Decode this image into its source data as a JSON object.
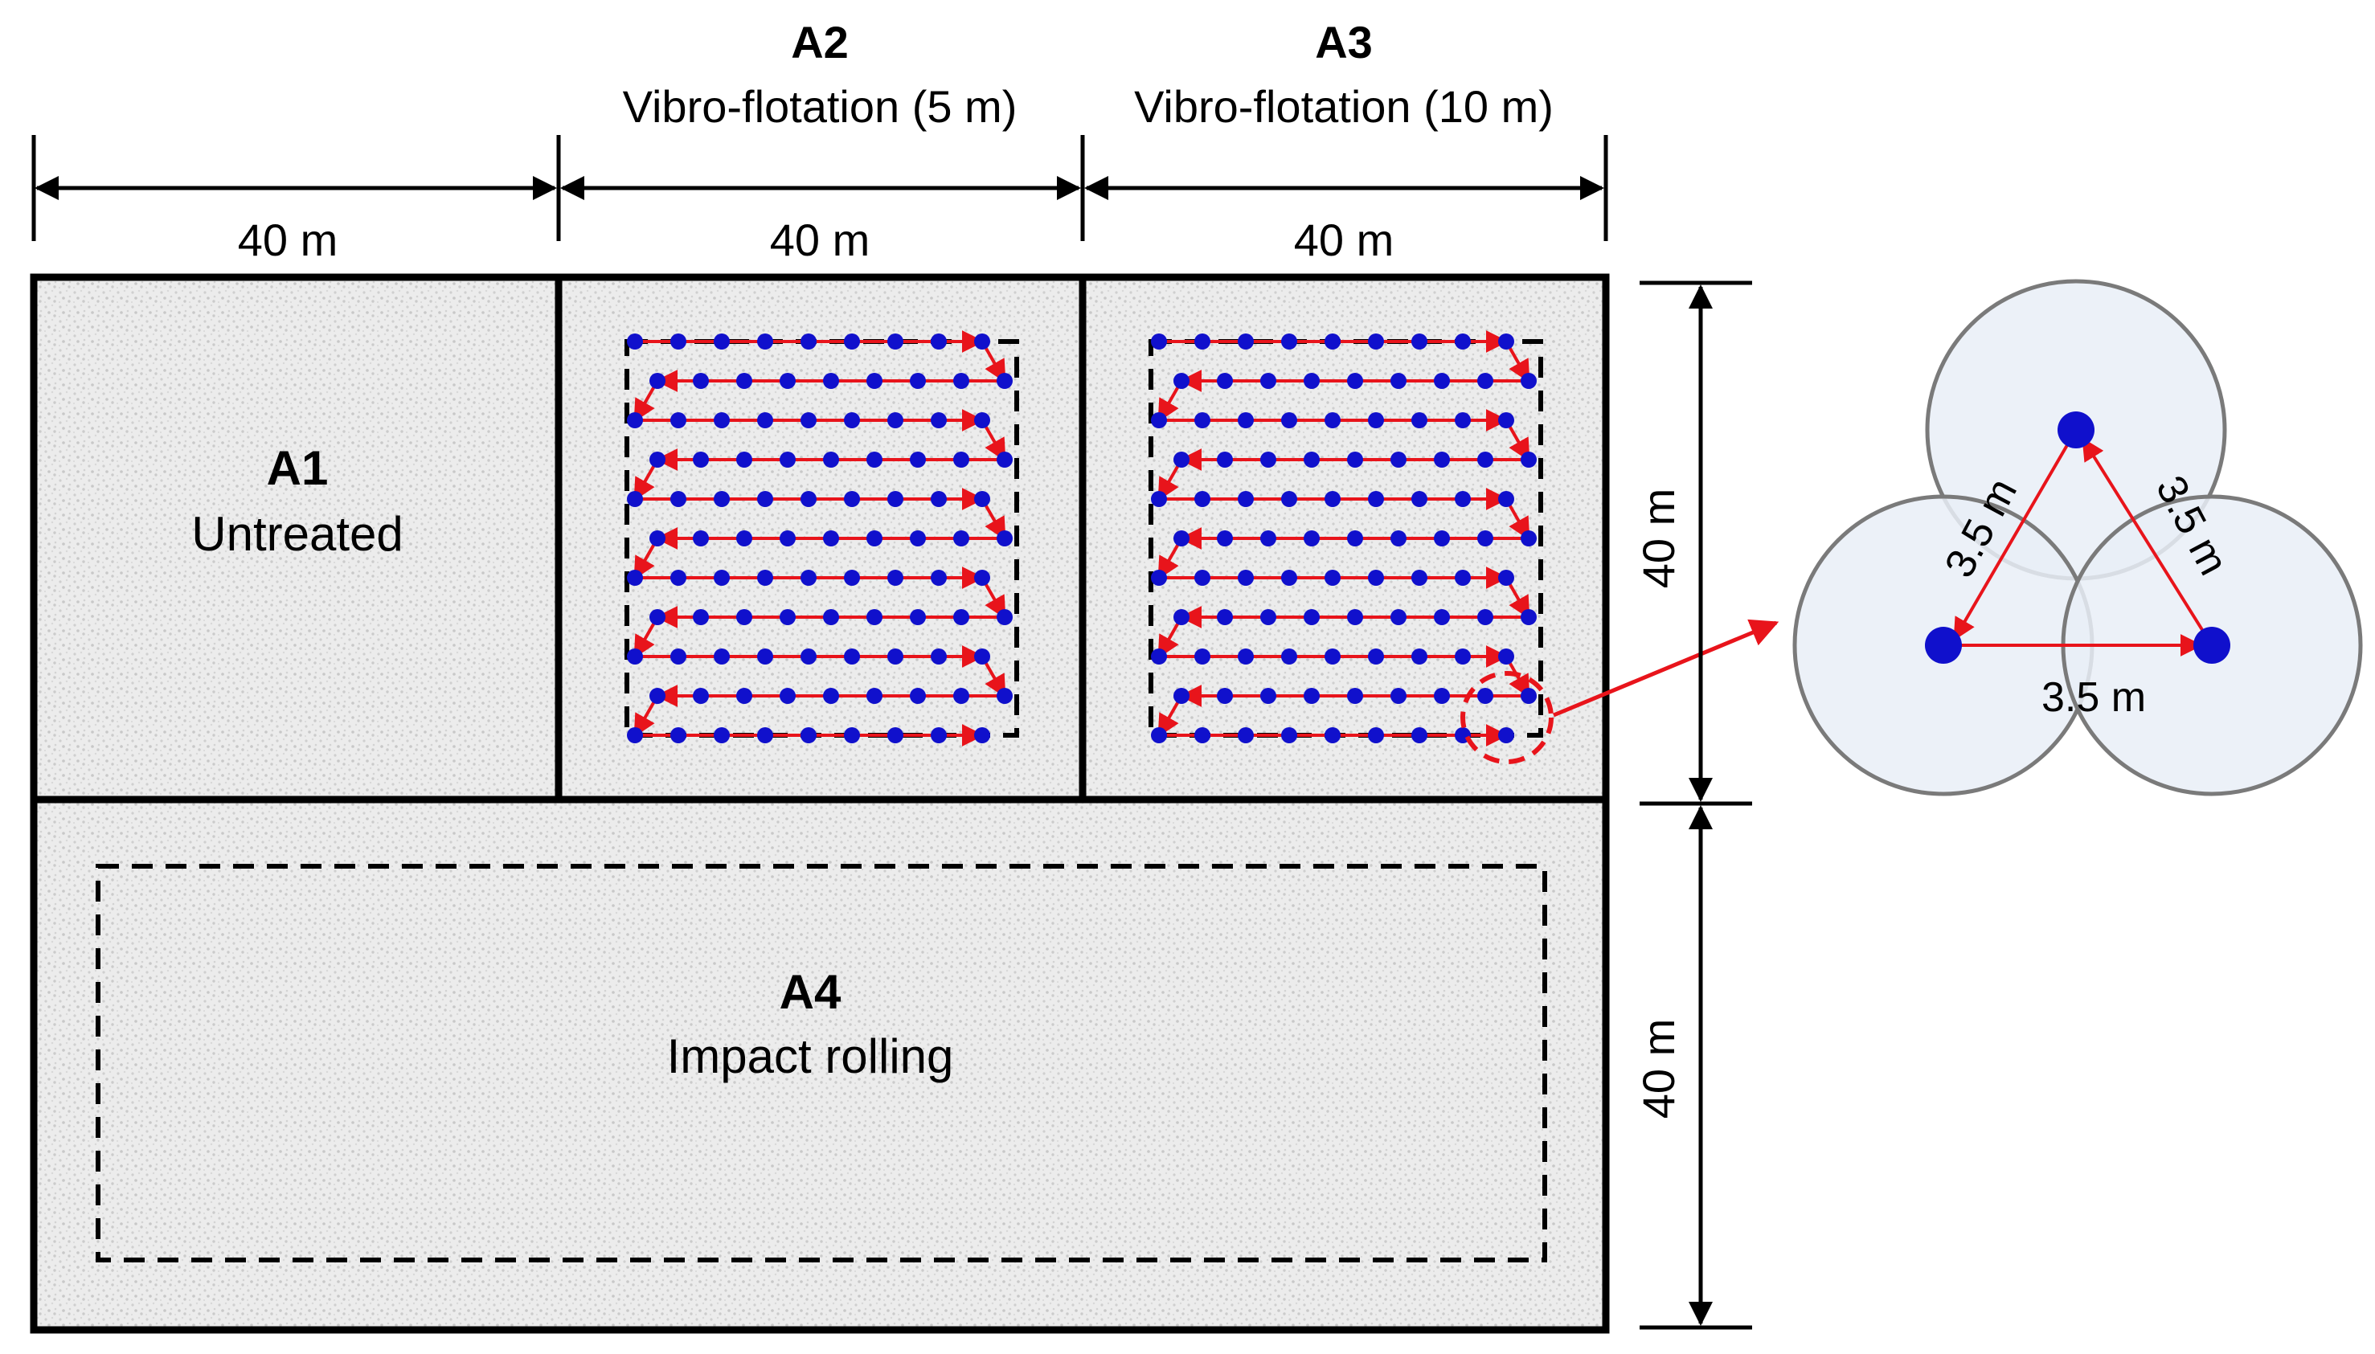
{
  "zones": {
    "a1": {
      "id": "A1",
      "name": "Untreated"
    },
    "a2": {
      "id": "A2",
      "name": "Vibro-flotation (5 m)"
    },
    "a3": {
      "id": "A3",
      "name": "Vibro-flotation (10 m)"
    },
    "a4": {
      "id": "A4",
      "name": "Impact rolling"
    }
  },
  "dimensions": {
    "a1_width": "40 m",
    "a2_width": "40 m",
    "a3_width": "40 m",
    "upper_height": "40 m",
    "lower_height": "40 m"
  },
  "compaction_points": {
    "rows": 11,
    "points_per_row": 9,
    "point_color": "#1010cc",
    "path_color": "#e8141b"
  },
  "detail": {
    "spacing_left": "3.5 m",
    "spacing_right": "3.5 m",
    "spacing_bottom": "3.5 m",
    "influence_fill": "#e9eef7",
    "influence_stroke": "#7a7a7a"
  }
}
